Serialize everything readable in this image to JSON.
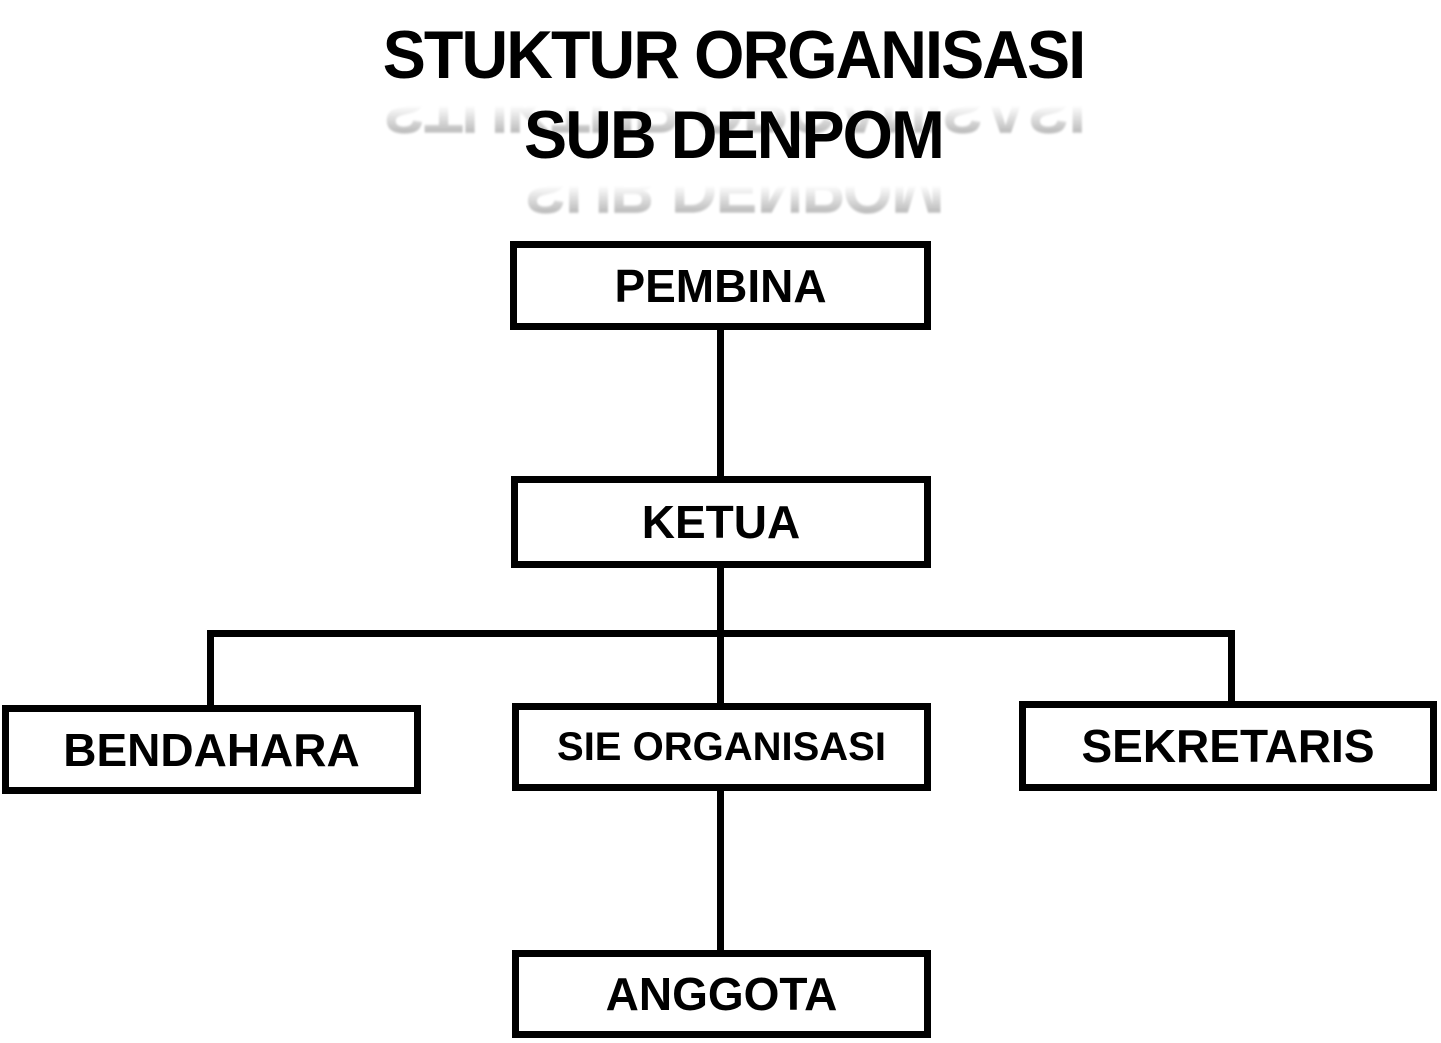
{
  "title": {
    "line1": "STUKTUR ORGANISASI",
    "line2": "SUB DENPOM"
  },
  "colors": {
    "background": "#ffffff",
    "line": "#000000",
    "box_border": "#000000",
    "text": "#000000"
  },
  "diagram": {
    "type": "org-chart",
    "nodes": [
      {
        "id": "pembina",
        "label": "PEMBINA",
        "level": 1
      },
      {
        "id": "ketua",
        "label": "KETUA",
        "level": 2,
        "parent": "pembina"
      },
      {
        "id": "bendahara",
        "label": "BENDAHARA",
        "level": 3,
        "parent": "ketua"
      },
      {
        "id": "sie-organisasi",
        "label": "SIE ORGANISASI",
        "level": 3,
        "parent": "ketua"
      },
      {
        "id": "sekretaris",
        "label": "SEKRETARIS",
        "level": 3,
        "parent": "ketua"
      },
      {
        "id": "anggota",
        "label": "ANGGOTA",
        "level": 4,
        "parent": "sie-organisasi"
      }
    ],
    "edges": [
      {
        "from": "PEMBINA",
        "to": "KETUA"
      },
      {
        "from": "KETUA",
        "to": "BENDAHARA"
      },
      {
        "from": "KETUA",
        "to": "SIE ORGANISASI"
      },
      {
        "from": "KETUA",
        "to": "SEKRETARIS"
      },
      {
        "from": "SIE ORGANISASI",
        "to": "ANGGOTA"
      }
    ]
  }
}
